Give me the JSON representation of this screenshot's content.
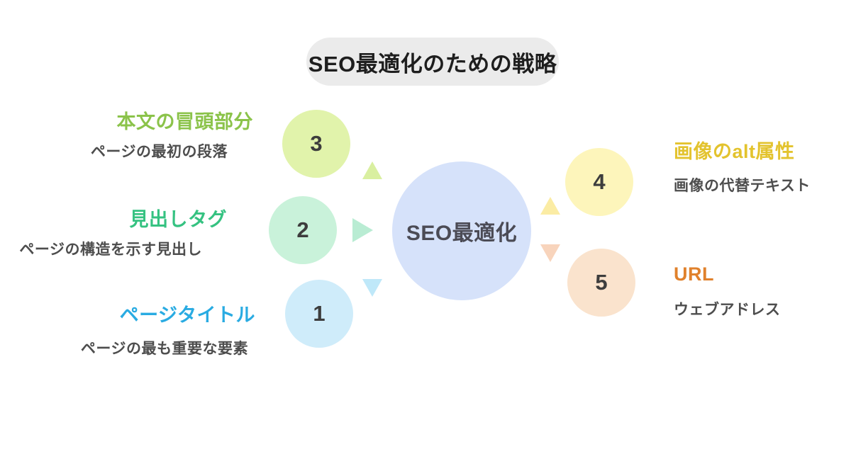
{
  "title": "SEO最適化のための戦略",
  "center": {
    "label": "SEO最適化",
    "circle_color": "#d6e2fa",
    "text_color": "#4b4b55"
  },
  "items": [
    {
      "number": "1",
      "heading": "ページタイトル",
      "subtitle": "ページの最も重要な要素",
      "heading_color": "#29abe2",
      "circle_color": "#cfecfa",
      "arrow_color": "#bfe8f9",
      "arrow_direction": "down"
    },
    {
      "number": "2",
      "heading": "見出しタグ",
      "subtitle": "ページの構造を示す見出し",
      "heading_color": "#35c281",
      "circle_color": "#c9f2da",
      "arrow_color": "#b9ecd3",
      "arrow_direction": "right"
    },
    {
      "number": "3",
      "heading": "本文の冒頭部分",
      "subtitle": "ページの最初の段落",
      "heading_color": "#8bc34a",
      "circle_color": "#e1f3ab",
      "arrow_color": "#d9efa0",
      "arrow_direction": "up"
    },
    {
      "number": "4",
      "heading": "画像のalt属性",
      "subtitle": "画像の代替テキスト",
      "heading_color": "#e3c32e",
      "circle_color": "#fdf5bb",
      "arrow_color": "#fbeca4",
      "arrow_direction": "up"
    },
    {
      "number": "5",
      "heading": "URL",
      "subtitle": "ウェブアドレス",
      "heading_color": "#e0812c",
      "circle_color": "#fae3cd",
      "arrow_color": "#f8d4bc",
      "arrow_direction": "down"
    }
  ]
}
